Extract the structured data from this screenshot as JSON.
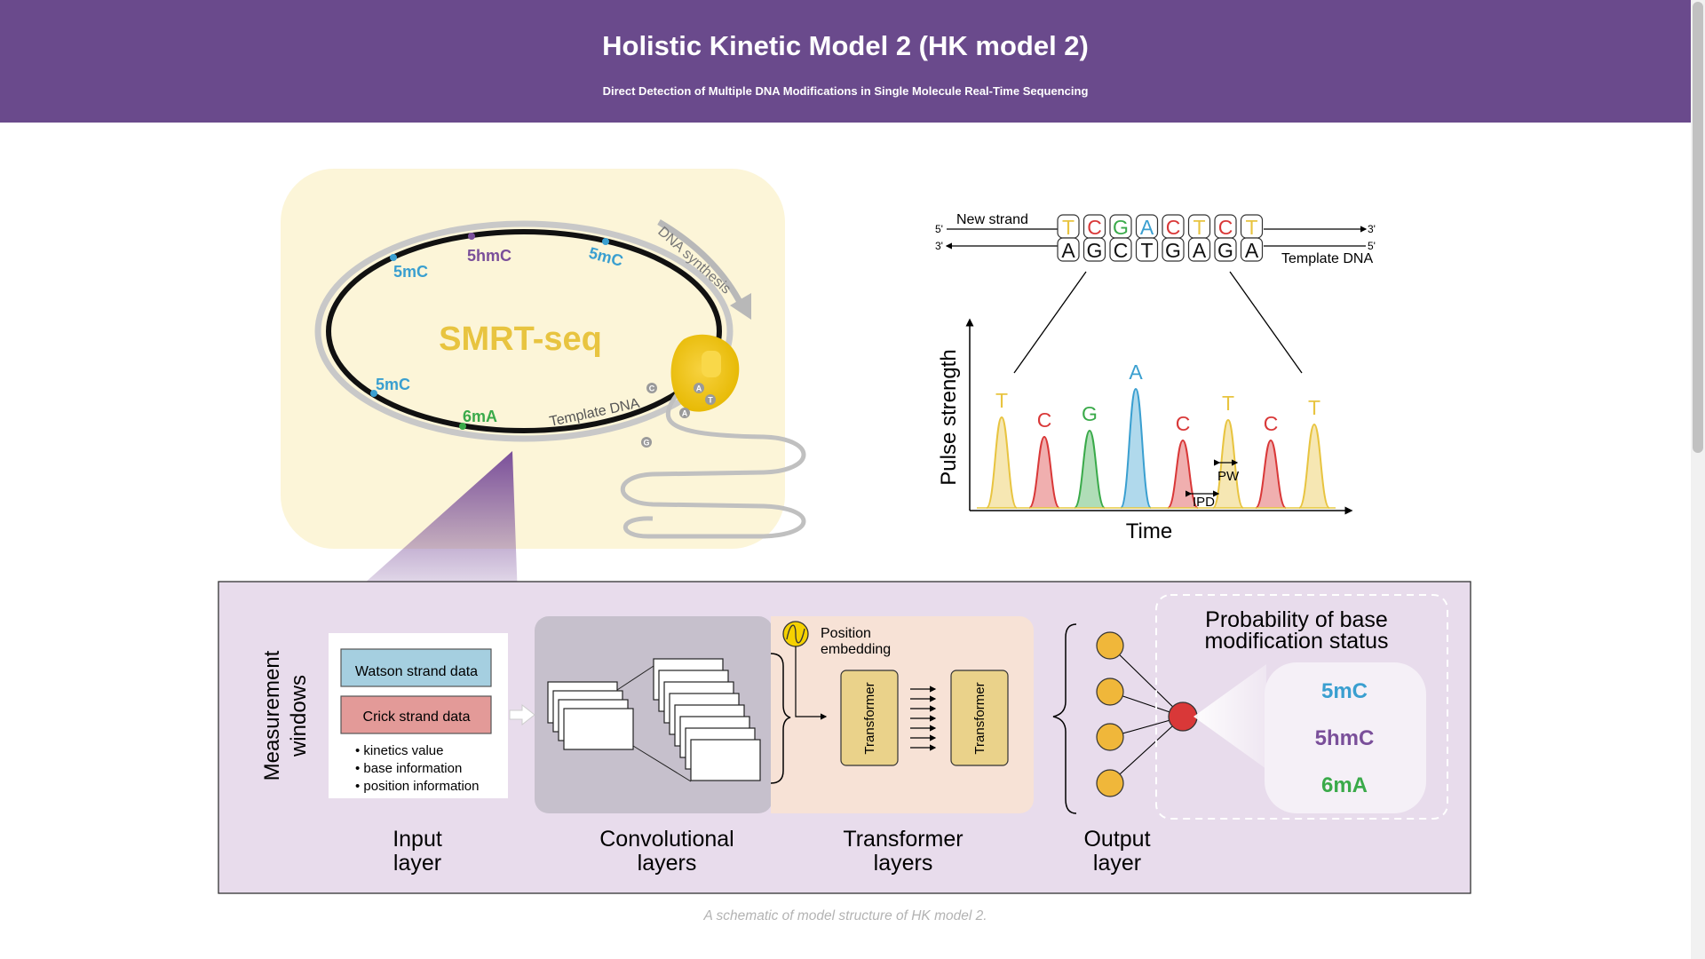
{
  "header": {
    "title": "Holistic Kinetic Model 2 (HK model 2)",
    "subtitle": "Direct Detection of Multiple DNA Modifications in Single Molecule Real-Time Sequencing"
  },
  "smrt": {
    "title": "SMRT-seq",
    "mod_5mc": "5mC",
    "mod_5hmc": "5hmC",
    "mod_6ma": "6mA",
    "template_label": "Template DNA",
    "synthesis_label": "DNA synthesis",
    "free_bases": [
      "C",
      "A",
      "T",
      "A",
      "G"
    ]
  },
  "strands": {
    "new_strand_label": "New strand",
    "template_label": "Template DNA",
    "five_prime": "5'",
    "three_prime": "3'",
    "new_bases": [
      "T",
      "C",
      "G",
      "A",
      "C",
      "T",
      "C",
      "T"
    ],
    "template_bases": [
      "A",
      "G",
      "C",
      "T",
      "G",
      "A",
      "G",
      "A"
    ]
  },
  "pulse": {
    "ylabel": "Pulse strength",
    "xlabel": "Time",
    "peaks": [
      "T",
      "C",
      "G",
      "A",
      "C",
      "T",
      "C",
      "T"
    ],
    "pw_label": "PW",
    "ipd_label": "IPD"
  },
  "model": {
    "measurement_label": [
      "Measurement",
      "windows"
    ],
    "watson": "Watson strand data",
    "crick": "Crick strand data",
    "bullets": [
      "kinetics value",
      "base information",
      "position information"
    ],
    "position_embedding": [
      "Position",
      "embedding"
    ],
    "transformer": "Transformer",
    "probability_title": [
      "Probability of base",
      "modification status"
    ],
    "outputs": [
      "5mC",
      "5hmC",
      "6mA"
    ],
    "layers": {
      "input": [
        "Input",
        "layer"
      ],
      "conv": [
        "Convolutional",
        "layers"
      ],
      "transformer": [
        "Transformer",
        "layers"
      ],
      "output": [
        "Output",
        "layer"
      ]
    }
  },
  "caption": "A schematic of model structure of HK model 2.",
  "colors": {
    "banner": "#6a4a8c",
    "T": "#e8c440",
    "C": "#d93838",
    "G": "#3aaa4a",
    "A": "#3a9fd0",
    "purple": "#7a4f9a",
    "panel": "#e8dcec",
    "smrt_bg": "#fcf5d8"
  }
}
